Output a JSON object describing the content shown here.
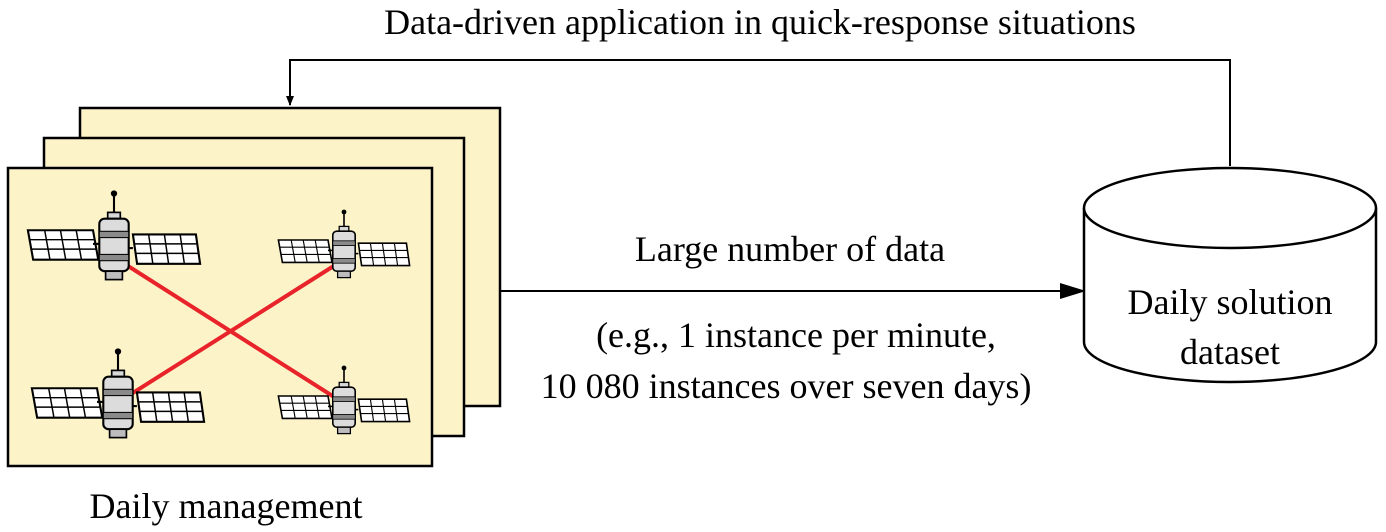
{
  "labels": {
    "feedback": "Data-driven application in quick-response situations",
    "flow": "Large number of data",
    "example_line1": "(e.g., 1 instance per minute,",
    "example_line2": "10 080 instances over seven days)",
    "management": "Daily management",
    "dataset_line1": "Daily solution",
    "dataset_line2": "dataset"
  },
  "colors": {
    "frame_fill": "#fdf3c9",
    "link": "#e8232a",
    "stroke": "#000000"
  },
  "icons": {
    "satellite": "satellite-icon",
    "database": "database-cylinder-icon"
  }
}
